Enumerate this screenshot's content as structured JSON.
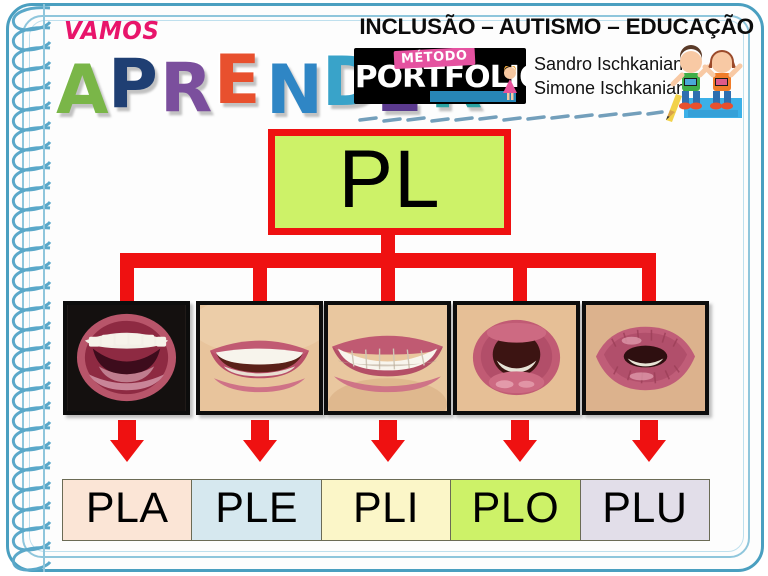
{
  "page": {
    "frame_color": "#4a9fc0",
    "background": "#ffffff",
    "binding": "spiral-notebook-binding"
  },
  "header": {
    "vamos_label": "VAMOS",
    "aprender_letters": [
      {
        "char": "A",
        "color": "#7ab648"
      },
      {
        "char": "P",
        "color": "#1f3f73"
      },
      {
        "char": "R",
        "color": "#7b4f9d"
      },
      {
        "char": "E",
        "color": "#e8502e"
      },
      {
        "char": "N",
        "color": "#2f86c5"
      },
      {
        "char": "D",
        "color": "#39a3c9"
      },
      {
        "char": "E",
        "color": "#5b3a8e"
      },
      {
        "char": "R",
        "color": "#2aa3a3"
      }
    ],
    "tagline": "INCLUSÃO – AUTISMO – EDUCAÇÃO",
    "logo": {
      "method_label": "MÉTODO",
      "brand_label": "PORTFOLIO"
    },
    "authors": [
      "Sandro Ischkanian",
      "Simone Ischkanian"
    ]
  },
  "diagram": {
    "root": {
      "label": "PL",
      "fill": "#cdf268",
      "border": "#ef1111"
    },
    "connector_color": "#ef1111",
    "branches": [
      {
        "syllable": "PLA",
        "box_fill": "#fbe5d6",
        "photo_name": "mouth-photo-open-wide-a",
        "mouth_description": "wide open mouth showing upper and lower teeth and tongue"
      },
      {
        "syllable": "PLE",
        "box_fill": "#d6e8ef",
        "photo_name": "mouth-photo-smile-e",
        "mouth_description": "smiling mouth slightly open showing upper teeth"
      },
      {
        "syllable": "PLI",
        "box_fill": "#fbf6c8",
        "photo_name": "mouth-photo-wide-smile-i",
        "mouth_description": "wide smile with upper and lower teeth together"
      },
      {
        "syllable": "PLO",
        "box_fill": "#cdf268",
        "photo_name": "mouth-photo-rounded-o",
        "mouth_description": "rounded open lips forming an O shape"
      },
      {
        "syllable": "PLU",
        "box_fill": "#e2dee9",
        "photo_name": "mouth-photo-puckered-u",
        "mouth_description": "puckered lips pushed forward forming a U shape"
      }
    ]
  }
}
